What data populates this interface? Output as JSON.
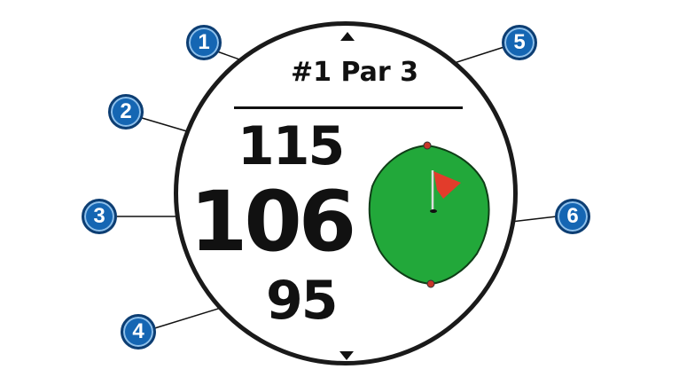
{
  "hole": {
    "title": "#1 Par 3"
  },
  "distances": {
    "back": "115",
    "middle": "106",
    "front": "95"
  },
  "callouts": [
    "1",
    "2",
    "3",
    "4",
    "5",
    "6"
  ],
  "colors": {
    "callout_fill": "#1566b3",
    "green": "#22a83a",
    "flag": "#e23c2b",
    "pin_dot": "#c7362a"
  },
  "icons": {
    "up": "up-arrow-icon",
    "down": "down-arrow-icon",
    "flag": "flag-icon"
  }
}
